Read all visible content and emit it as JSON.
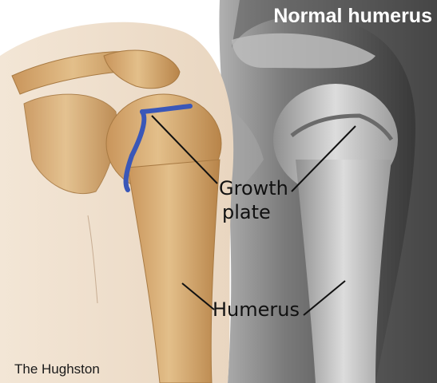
{
  "title": "Normal humerus",
  "labels": {
    "growth_plate_line1": "Growth",
    "growth_plate_line2": "plate",
    "humerus": "Humerus"
  },
  "credit": "The Hughston",
  "colors": {
    "illustration_bg": "#efe1d0",
    "bone": "#d8ae78",
    "growth_plate": "#3a57b8",
    "xray_bg": "#3a3a3a",
    "xray_bone": "#c9c9c9",
    "leader_lines": "#111111"
  }
}
